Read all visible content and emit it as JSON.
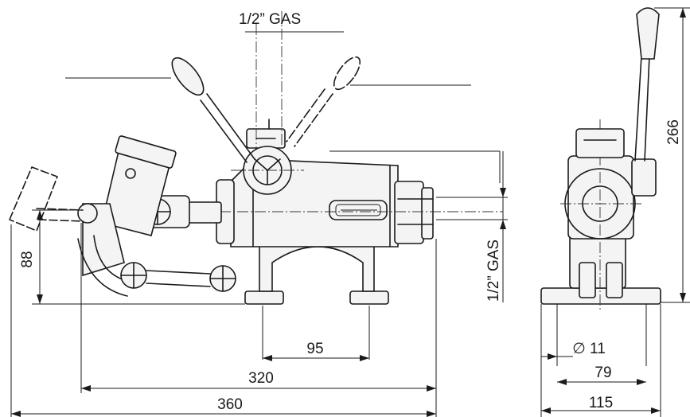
{
  "labels": {
    "top_port": "1/2” GAS",
    "side_port": "1/2” GAS",
    "height_88": "88",
    "width_95": "95",
    "width_320": "320",
    "width_360": "360",
    "height_266": "266",
    "hole_11": "∅ 11",
    "width_79": "79",
    "width_115": "115"
  }
}
